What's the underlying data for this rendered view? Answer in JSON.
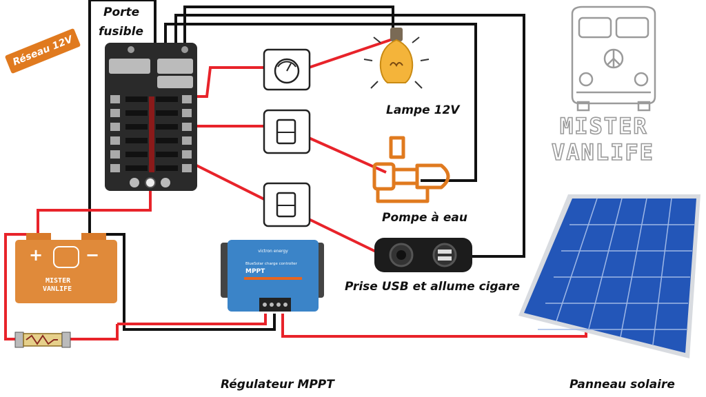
{
  "labels": {
    "network": "Réseau 12V",
    "fuse_box_line1": "Porte",
    "fuse_box_line2": "fusible",
    "lamp": "Lampe 12V",
    "pump": "Pompe à eau",
    "usb": "Prise USB et allume cigare",
    "mppt": "Régulateur MPPT",
    "solar": "Panneau solaire"
  },
  "brand": {
    "line1": "MISTER",
    "line2": "VANLIFE"
  },
  "battery_brand": {
    "line1": "MISTER",
    "line2": "VANLIFE"
  },
  "mppt_device": {
    "maker": "victron energy",
    "product": "BlueSolar charge controller",
    "model": "MPPT"
  },
  "colors": {
    "positive_wire": "#e8232a",
    "negative_wire": "#111111",
    "accent_orange": "#e07a1f",
    "mppt_blue": "#3b84c8",
    "solar_blue": "#2356b8"
  }
}
